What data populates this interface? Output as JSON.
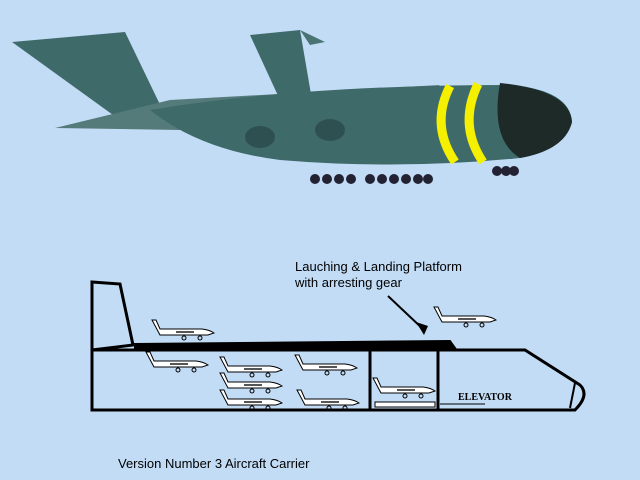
{
  "labels": {
    "platform_line1": "Lauching & Landing Platform",
    "platform_line2": "with arresting gear",
    "elevator": "ELEVATOR",
    "caption": "Version Number 3 Aircraft Carrier"
  },
  "colors": {
    "background": "#c2dcf6",
    "stripe": "#f5f000",
    "camo": "#3f6a6a"
  }
}
